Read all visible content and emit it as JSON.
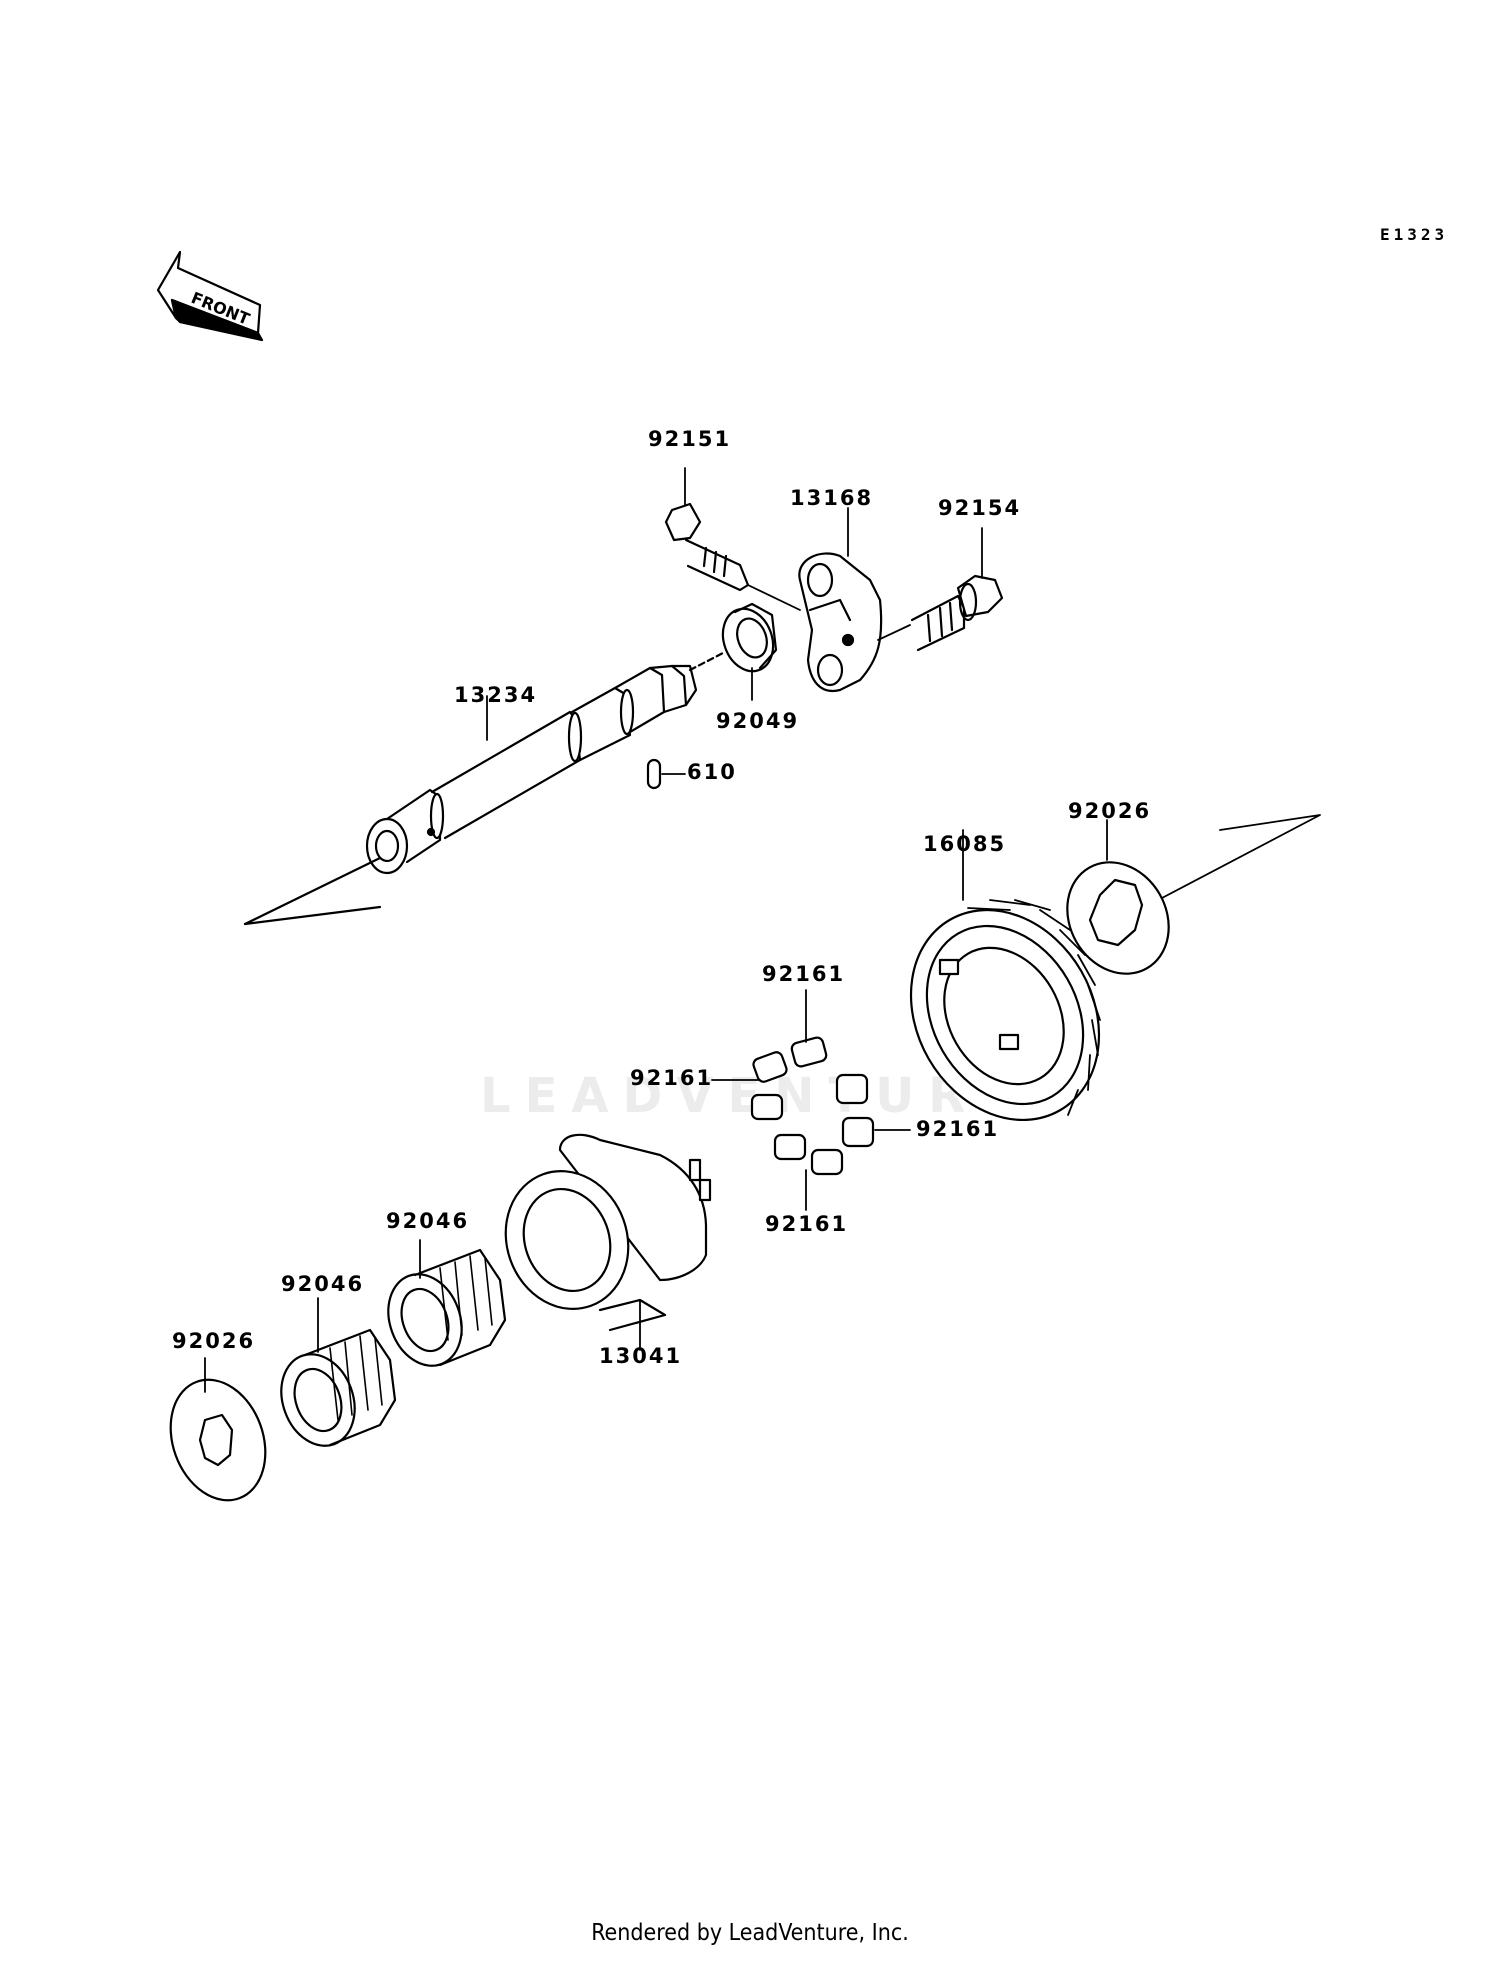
{
  "diagram_code": "E1323",
  "front_label": "FRONT",
  "watermark": "LEADVENTURE",
  "footer": "Rendered by LeadVenture, Inc.",
  "parts": {
    "p92151": "92151",
    "p13168": "13168",
    "p92154": "92154",
    "p13234": "13234",
    "p92049": "92049",
    "p610": "610",
    "p16085": "16085",
    "p92026_top": "92026",
    "p92161_a": "92161",
    "p92161_b": "92161",
    "p92161_c": "92161",
    "p92161_d": "92161",
    "p92046_a": "92046",
    "p92046_b": "92046",
    "p13041": "13041",
    "p92026_bottom": "92026"
  }
}
